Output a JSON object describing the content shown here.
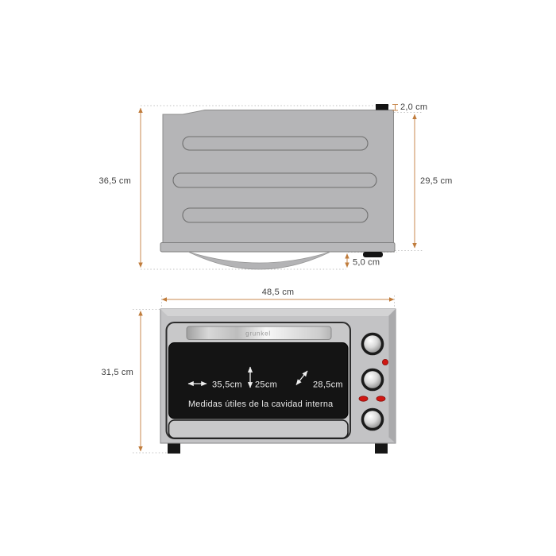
{
  "colors": {
    "dimension_line": "#c9894f",
    "label_text": "#3e3e3e",
    "top_body_gray": "#b5b5b7",
    "front_body_gray": "#c3c3c5",
    "door_window_black": "#141414",
    "indicator_red": "#d01712"
  },
  "brand": {
    "logo": "grunkel"
  },
  "top_view": {
    "labels": {
      "total_height": "36,5 cm",
      "top_clearance": "2,0 cm",
      "body_height": "29,5 cm",
      "handle_clearance": "5,0 cm"
    }
  },
  "front_view": {
    "labels": {
      "width": "48,5 cm",
      "height": "31,5 cm"
    },
    "cavity": {
      "width": "35,5cm",
      "height": "25cm",
      "depth": "28,5cm",
      "caption": "Medidas útiles de la cavidad interna"
    }
  }
}
